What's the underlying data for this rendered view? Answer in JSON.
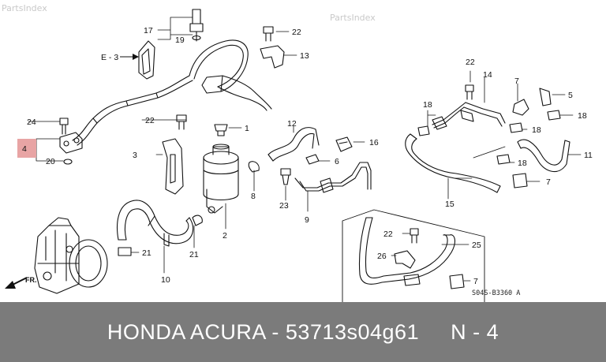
{
  "watermarks": [
    "PartsIndex",
    "PartsIndex"
  ],
  "callouts": {
    "c17": "17",
    "c19": "19",
    "c22a": "22",
    "c13": "13",
    "e3": "E - 3",
    "c24": "24",
    "c4": "4",
    "c20": "20",
    "c22b": "22",
    "c1": "1",
    "c3": "3",
    "c12": "12",
    "c16": "16",
    "c6": "6",
    "c8": "8",
    "c23": "23",
    "c9": "9",
    "c2": "2",
    "c21a": "21",
    "c21b": "21",
    "c10": "10",
    "c22c": "22",
    "c14": "14",
    "c7a": "7",
    "c5": "5",
    "c18a": "18",
    "c18b": "18",
    "c18c": "18",
    "c18d": "18",
    "c11": "11",
    "c7b": "7",
    "c15": "15",
    "c22d": "22",
    "c25": "25",
    "c26": "26",
    "c7c": "7"
  },
  "front_label": "FR.",
  "diagram_code": "S04S-B3360 A",
  "highlight_color": "#e8a4a4",
  "caption": {
    "part_title": "HONDA ACURA - 53713s04g61",
    "position": "N - 4"
  }
}
